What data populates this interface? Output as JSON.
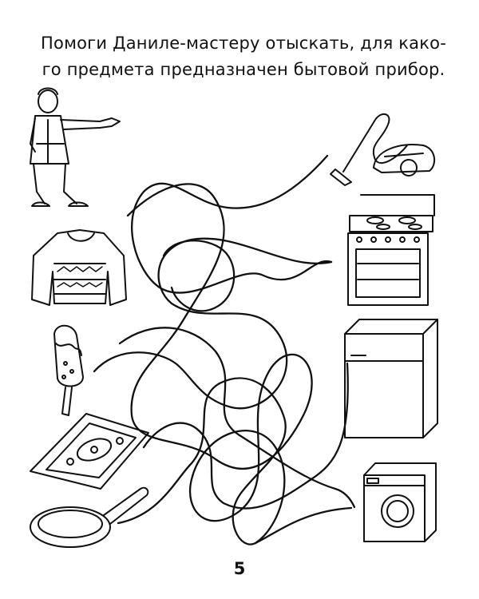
{
  "instruction": {
    "line1": "Помоги Даниле-мастеру отыскать, для како-",
    "line2": "го предмета предназначен бытовой прибор."
  },
  "page_number": "5",
  "items_left": [
    {
      "name": "Данила-мастер",
      "icon": "craftsman-figure-icon"
    },
    {
      "name": "свитер",
      "icon": "sweater-icon"
    },
    {
      "name": "мороженое",
      "icon": "ice-cream-icon"
    },
    {
      "name": "ковёр",
      "icon": "rug-icon"
    },
    {
      "name": "сковорода",
      "icon": "frying-pan-icon"
    }
  ],
  "items_right": [
    {
      "name": "пылесос",
      "icon": "vacuum-cleaner-icon"
    },
    {
      "name": "плита",
      "icon": "stove-icon"
    },
    {
      "name": "холодильник",
      "icon": "refrigerator-icon"
    },
    {
      "name": "стиральная машина",
      "icon": "washing-machine-icon"
    }
  ],
  "colors": {
    "ink": "#111111",
    "paper": "#ffffff"
  }
}
